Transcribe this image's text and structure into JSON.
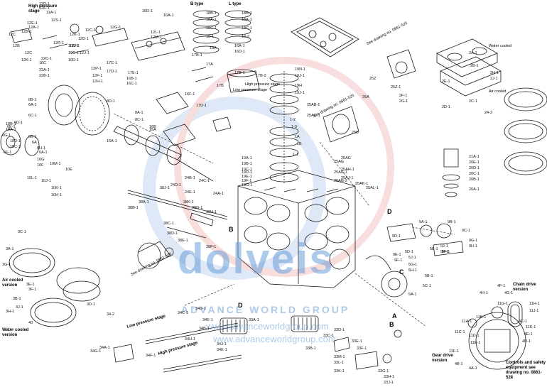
{
  "headings": {
    "high_pressure_stage": "High pressure stage",
    "b_type": "B type",
    "l_type": "L type",
    "air_cooled": "Air cooled version",
    "water_cooled": "Water cooled version",
    "low_pressure_stage": "Low pressure stage",
    "high_pressure_stage_2": "High pressure stage",
    "chain_drive": "Chain drive version",
    "gear_drive": "Gear drive version",
    "controls": "Controls and safety equipment see drawing no. 0861-528",
    "see_drawing_a": "See drawing no. 0861-525",
    "see_drawing_b": "See drawing no. 0861-525",
    "see_drawing_c": "See drawing no. 0861-525",
    "high_pressure_stage_3": "High pressure stage",
    "low_pressure_stage_2": "Low pressure stage",
    "water_cooled_2": "Water cooled",
    "air_cooled_2": "Air cooled"
  },
  "section_letters": {
    "a": "A",
    "b": "B",
    "c": "C",
    "d": "D"
  },
  "watermark": {
    "brand": "dolveis",
    "tagline": "ADVANCE WORLD GROUP",
    "url1": "www.advanceworldgroup.com",
    "url2": "www.advanceworldgroup.com"
  },
  "part_labels": [
    "12D-1",
    "12E-1",
    "11A-1",
    "12E-1",
    "12A-1",
    "12B-1",
    "12C",
    "12S-1",
    "12B",
    "12D-1",
    "12C",
    "12K-1",
    "12C-1",
    "12G-1",
    "12K-1",
    "12J-1",
    "12F-1",
    "12J-1",
    "12H-1",
    "12R-1",
    "10B-1",
    "10C-1",
    "10D-1",
    "22A-1",
    "22B-1",
    "10C",
    "22C-1",
    "12P-1",
    "16D-1",
    "16A-1",
    "12L-1",
    "12M-1",
    "16B-1",
    "16C-1",
    "17C-1",
    "17D-1",
    "17E-1",
    "17B-1",
    "17A",
    "17B",
    "17D-1",
    "16F-1",
    "18B-1",
    "18A-1",
    "18C-1",
    "10-1",
    "18B-1",
    "18A-1",
    "18C-1",
    "10-2",
    "16A-1",
    "16D-1",
    "15A",
    "17B-1",
    "17B-2",
    "6B-1",
    "6A-1",
    "6C-1",
    "6D-1",
    "6E-1",
    "6G-1",
    "6B-1",
    "6A",
    "6H-1",
    "6A-1",
    "6F-1",
    "18B-1",
    "18A-1",
    "18D-1",
    "18C-1",
    "10G",
    "10F",
    "10E",
    "10M-1",
    "10L-1",
    "10J-1",
    "10K-1",
    "10H-1",
    "8D-1",
    "8A-1",
    "8C-1",
    "16A-1",
    "16B",
    "15A",
    "24B-1",
    "24C-1",
    "24D-1",
    "24E-1",
    "24A-1",
    "19A-1",
    "19B-1",
    "19C-1",
    "19D-1",
    "19E-1",
    "19F-1",
    "19G-1",
    "19H",
    "19J-1",
    "10N-1",
    "10J-1",
    "25Z",
    "25A",
    "25B",
    "25AG",
    "25AG-1",
    "25AG-2",
    "25AB-1",
    "25AC-1",
    "25Z-1",
    "1-1",
    "1-2",
    "1-3",
    "1A",
    "1B",
    "2A-1",
    "2B-1",
    "2C-1",
    "2D-1",
    "2E-1",
    "2F-1",
    "2G-1",
    "2H-1",
    "2J-1",
    "24-2",
    "20A-1",
    "20B-1",
    "20C-1",
    "20D-1",
    "20E-1",
    "21A-1",
    "38A-1",
    "38B-1",
    "38C-1",
    "38D-1",
    "38E-1",
    "38F-1",
    "38G-1",
    "38H-1",
    "38J-1",
    "38K-1",
    "3A-1",
    "3B-1",
    "3C-1",
    "3D-1",
    "3E-1",
    "3F-1",
    "3G-1",
    "3H-1",
    "3J-1",
    "34-2",
    "40",
    "34A-1",
    "34B-1",
    "34C-1",
    "34D-1",
    "34E-1",
    "34F-1",
    "34G-1",
    "34H-1",
    "34J-1",
    "34K-1",
    "33A-1",
    "33B-1",
    "33C-1",
    "33D-1",
    "33E-1",
    "33F-1",
    "33G-1",
    "33H-1",
    "33J-1",
    "33K-1",
    "33L-1",
    "33M-1",
    "5A-1",
    "5B-1",
    "5C-1",
    "5D-1",
    "5E-1",
    "5F-1",
    "5G-1",
    "5H-1",
    "5J-1",
    "9A-1",
    "9B-1",
    "9C-1",
    "9D-1",
    "9E-1",
    "9F-1",
    "9G-1",
    "9H-1",
    "9J-1",
    "9K-1",
    "11A-1",
    "11B-1",
    "11C-1",
    "11D-1",
    "11E-1",
    "11F-1",
    "11G-1",
    "11H-1",
    "11J-1",
    "11K-1",
    "4A-1",
    "4B-1",
    "4C-1",
    "4D-1",
    "4E-1",
    "4F-1",
    "4G-1",
    "4H-1",
    "25AG",
    "25AH-1",
    "25AJ-1",
    "25AK-1",
    "25AL-1"
  ]
}
